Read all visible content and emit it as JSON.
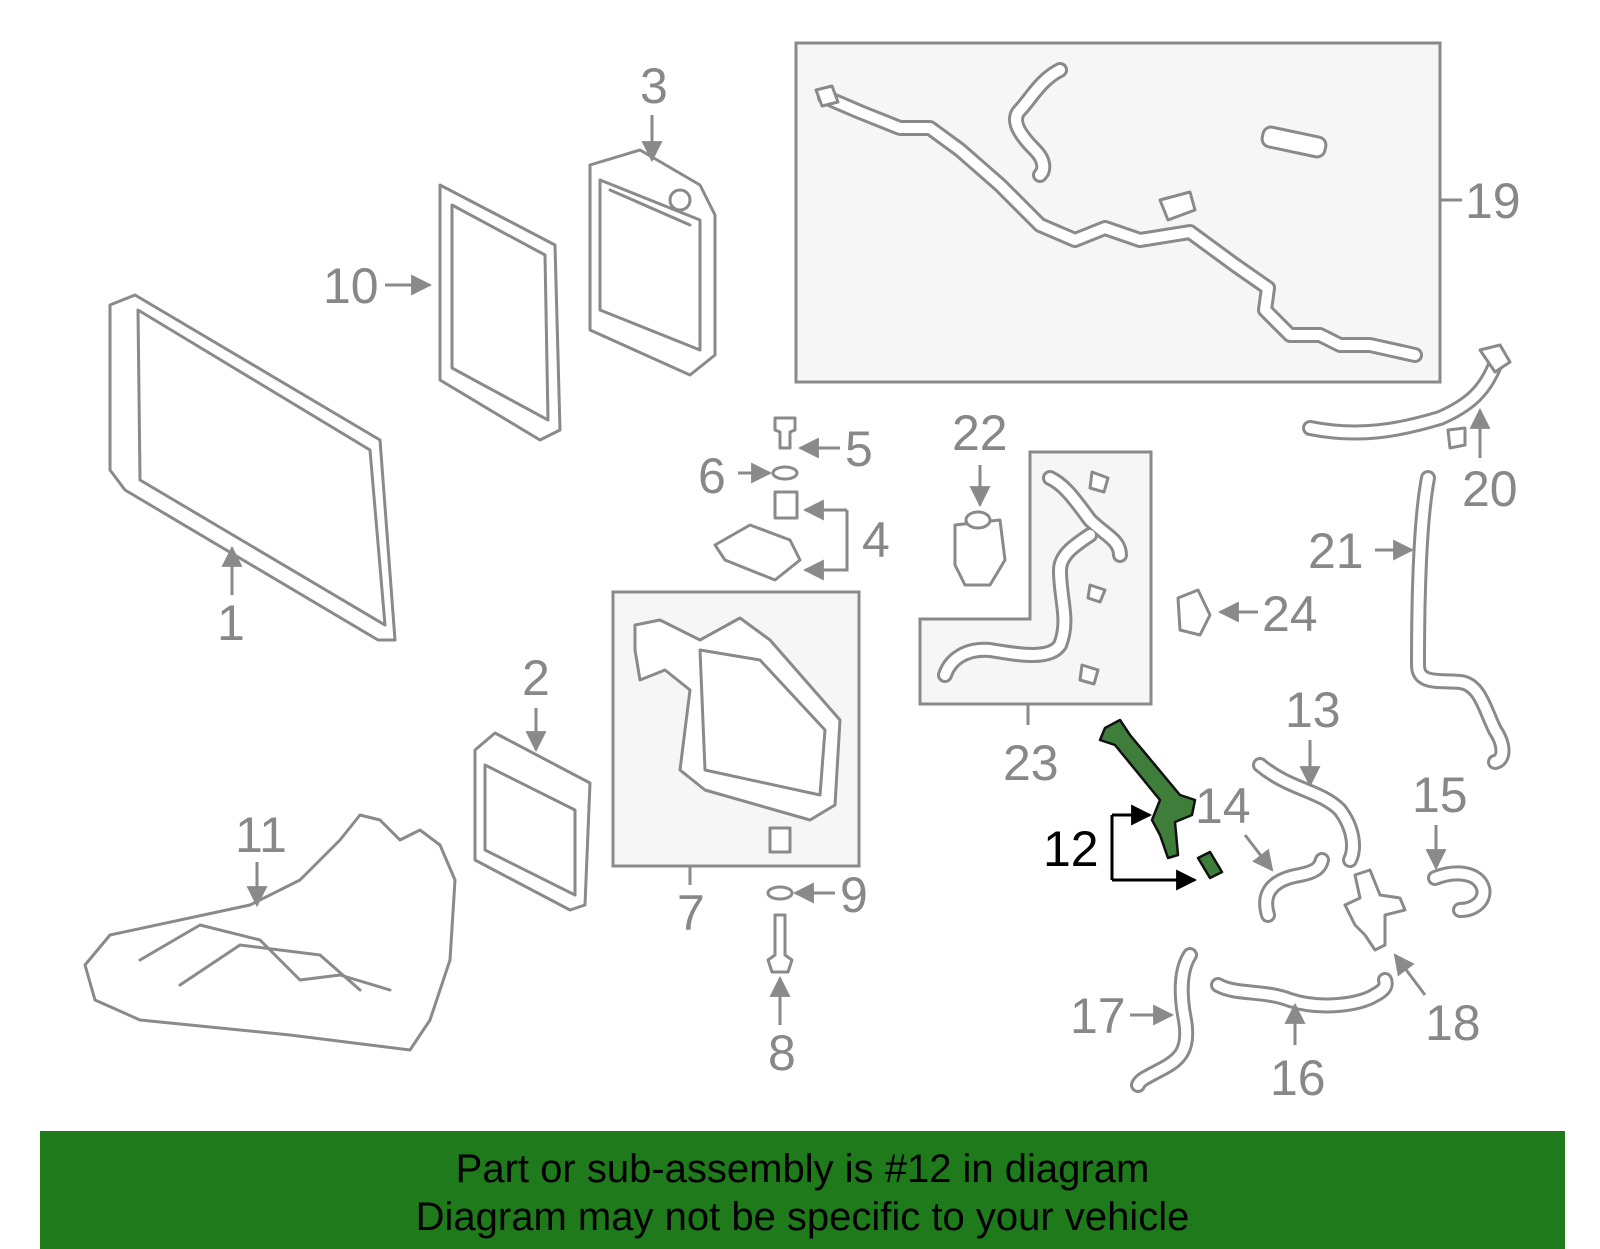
{
  "diagram": {
    "callouts": [
      "1",
      "2",
      "3",
      "4",
      "5",
      "6",
      "7",
      "8",
      "9",
      "10",
      "11",
      "12",
      "13",
      "14",
      "15",
      "16",
      "17",
      "18",
      "19",
      "20",
      "21",
      "22",
      "23",
      "24"
    ],
    "highlighted_part": "12",
    "colors": {
      "highlight": "#3f7d3a",
      "footer": "#1f7a1b",
      "line": "#8a8a8a"
    }
  },
  "footer": {
    "line1": "Part or sub-assembly is #12 in diagram",
    "line2": "Diagram may not be specific to your vehicle"
  }
}
